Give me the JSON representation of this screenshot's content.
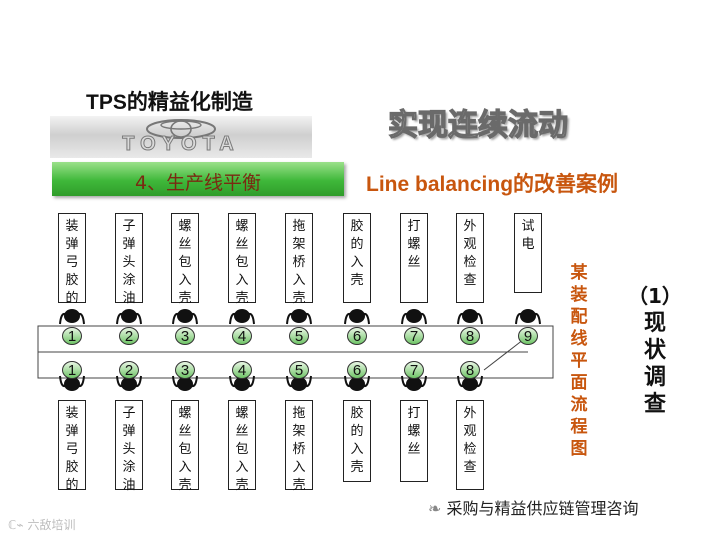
{
  "header": {
    "title": "TPS的精益化制造",
    "brand_text": "TOYOTA",
    "heading": "实现连续流动",
    "section_label": "4、生产线平衡",
    "subtitle": "Line balancing的改善案例"
  },
  "side_label": "某装配线平面流程图",
  "survey": {
    "num": "（1）",
    "text": "现状调查"
  },
  "line_top": {
    "steps": [
      "装弹弓胶的",
      "子弹头涂油",
      "螺丝包入壳",
      "螺丝包入壳",
      "拖架桥入壳",
      "胶的入壳",
      "打螺丝",
      "外观检查",
      "试电"
    ],
    "stations": [
      "1",
      "2",
      "3",
      "4",
      "5",
      "6",
      "7",
      "8",
      "9"
    ]
  },
  "line_bottom": {
    "steps": [
      "装弹弓胶的",
      "子弹头涂油",
      "螺丝包入壳",
      "螺丝包入壳",
      "拖架桥入壳",
      "胶的入壳",
      "打螺丝",
      "外观检查"
    ],
    "stations": [
      "1",
      "2",
      "3",
      "4",
      "5",
      "6",
      "7",
      "8"
    ]
  },
  "footer": {
    "watermark": "采购与精益供应链管理咨询",
    "logo_text": "六敌培训"
  },
  "colors": {
    "accent_orange": "#c8560e",
    "green_bar": "#3fb83a",
    "station_green": "#6fc466"
  }
}
